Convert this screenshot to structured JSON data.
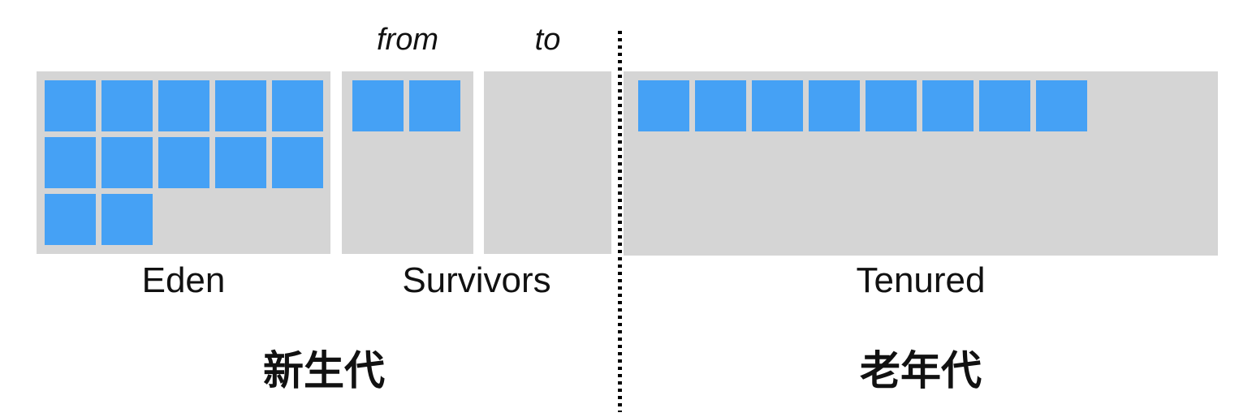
{
  "labels": {
    "from": "from",
    "to": "to",
    "eden": "Eden",
    "survivors": "Survivors",
    "tenured": "Tenured",
    "young_generation": "新生代",
    "old_generation": "老年代"
  },
  "memory": {
    "eden_blocks": 12,
    "eden_columns": 5,
    "survivor_from_blocks": 2,
    "survivor_to_blocks": 0,
    "tenured_blocks": 8,
    "tenured_columns": 8
  },
  "colors": {
    "block_blue": "#45a1f5",
    "region_gray": "#d5d5d5",
    "divider_black": "#000000",
    "text_black": "#111111",
    "background": "#ffffff"
  }
}
